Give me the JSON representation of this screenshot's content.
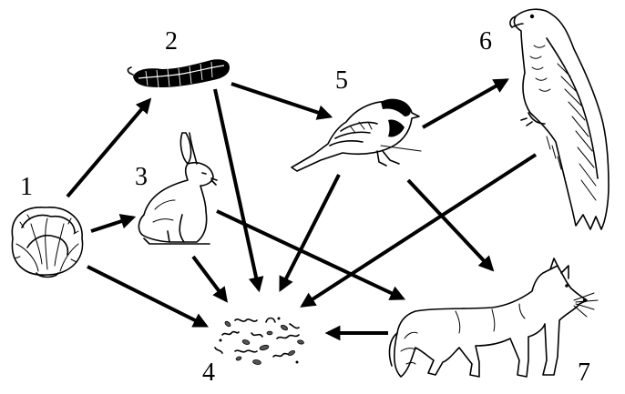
{
  "nodes": [
    {
      "id": "cabbage",
      "label": "1",
      "icon": "cabbage-icon"
    },
    {
      "id": "caterpillar",
      "label": "2",
      "icon": "caterpillar-icon"
    },
    {
      "id": "hare",
      "label": "3",
      "icon": "hare-icon"
    },
    {
      "id": "decomposers",
      "label": "4",
      "icon": "decomposers-icon"
    },
    {
      "id": "bird",
      "label": "5",
      "icon": "tit-bird-icon"
    },
    {
      "id": "hawk",
      "label": "6",
      "icon": "hawk-icon"
    },
    {
      "id": "fox",
      "label": "7",
      "icon": "fox-icon"
    }
  ],
  "edges": [
    {
      "from": "cabbage",
      "to": "caterpillar"
    },
    {
      "from": "cabbage",
      "to": "hare"
    },
    {
      "from": "cabbage",
      "to": "decomposers"
    },
    {
      "from": "caterpillar",
      "to": "bird"
    },
    {
      "from": "caterpillar",
      "to": "decomposers"
    },
    {
      "from": "hare",
      "to": "decomposers"
    },
    {
      "from": "hare",
      "to": "fox"
    },
    {
      "from": "bird",
      "to": "hawk"
    },
    {
      "from": "bird",
      "to": "decomposers"
    },
    {
      "from": "bird",
      "to": "fox"
    },
    {
      "from": "hawk",
      "to": "decomposers"
    },
    {
      "from": "fox",
      "to": "decomposers"
    }
  ]
}
